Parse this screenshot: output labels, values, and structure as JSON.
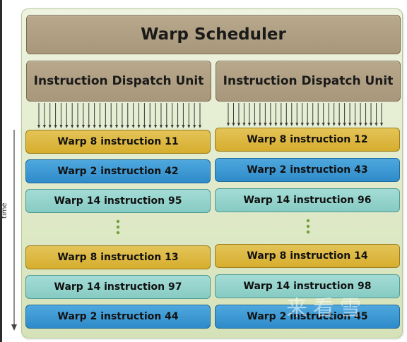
{
  "title": "Warp Scheduler",
  "dispatch_units": [
    {
      "label": "Instruction Dispatch Unit"
    },
    {
      "label": "Instruction Dispatch Unit"
    }
  ],
  "left_column": [
    {
      "label": "Warp 8 instruction 11",
      "color": "#d6ad2e"
    },
    {
      "label": "Warp 2 instruction 42",
      "color": "#2f8bc9"
    },
    {
      "label": "Warp 14 instruction 95",
      "color": "#86cbc3"
    },
    {
      "label": "Warp 8 instruction 13",
      "color": "#d6ad2e"
    },
    {
      "label": "Warp 14 instruction 97",
      "color": "#86cbc3"
    },
    {
      "label": "Warp 2 instruction 44",
      "color": "#2f8bc9"
    }
  ],
  "right_column": [
    {
      "label": "Warp 8 instruction 12",
      "color": "#d6ad2e"
    },
    {
      "label": "Warp 2 instruction 43",
      "color": "#2f8bc9"
    },
    {
      "label": "Warp 14 instruction 96",
      "color": "#86cbc3"
    },
    {
      "label": "Warp 8 instruction 14",
      "color": "#d6ad2e"
    },
    {
      "label": "Warp 14 instruction 98",
      "color": "#86cbc3"
    },
    {
      "label": "Warp 2 instruction 45",
      "color": "#2f8bc9"
    }
  ],
  "time_axis_label": "time",
  "watermark_text": "来看雪"
}
